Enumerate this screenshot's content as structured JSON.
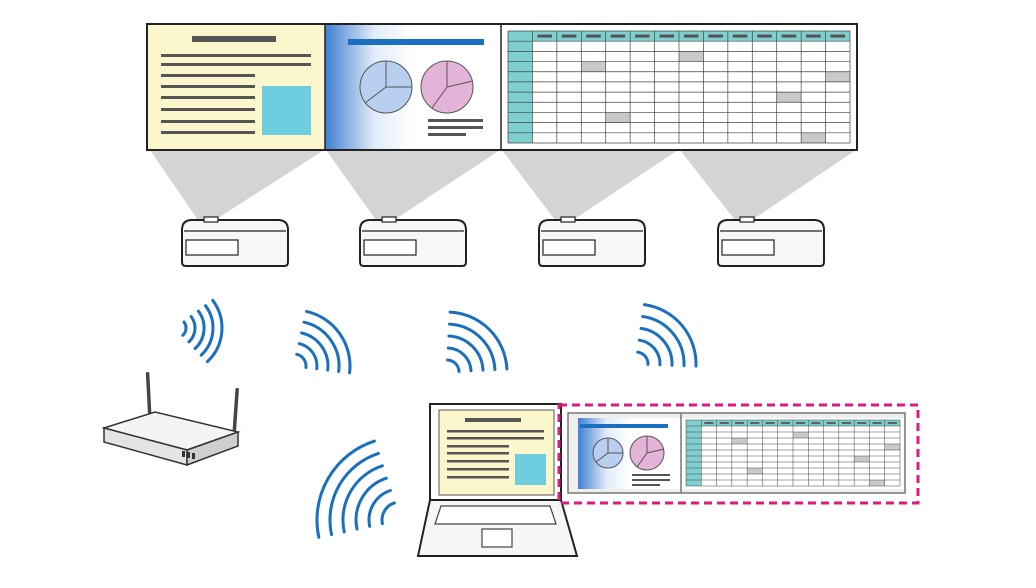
{
  "colors": {
    "wave_blue": "#1a6fc0",
    "dashed_magenta": "#e0197f",
    "doc_bg": "#fbf6cc",
    "doc_image": "#6fcde0",
    "slide_title": "#1a6fc0",
    "pie_blue": "#b8cff0",
    "pie_pink": "#e3b3d8",
    "table_header": "#7fcfcf",
    "beam_gray": "#d4d4d4",
    "line_gray": "#555555"
  },
  "icons": {
    "router": "wireless-router-icon",
    "laptop": "laptop-icon",
    "projector": "projector-icon",
    "signal": "wifi-signal-icon"
  },
  "panels": [
    "document",
    "presentation",
    "spreadsheet"
  ],
  "projector_count": 4,
  "signal_wave_count": 5
}
